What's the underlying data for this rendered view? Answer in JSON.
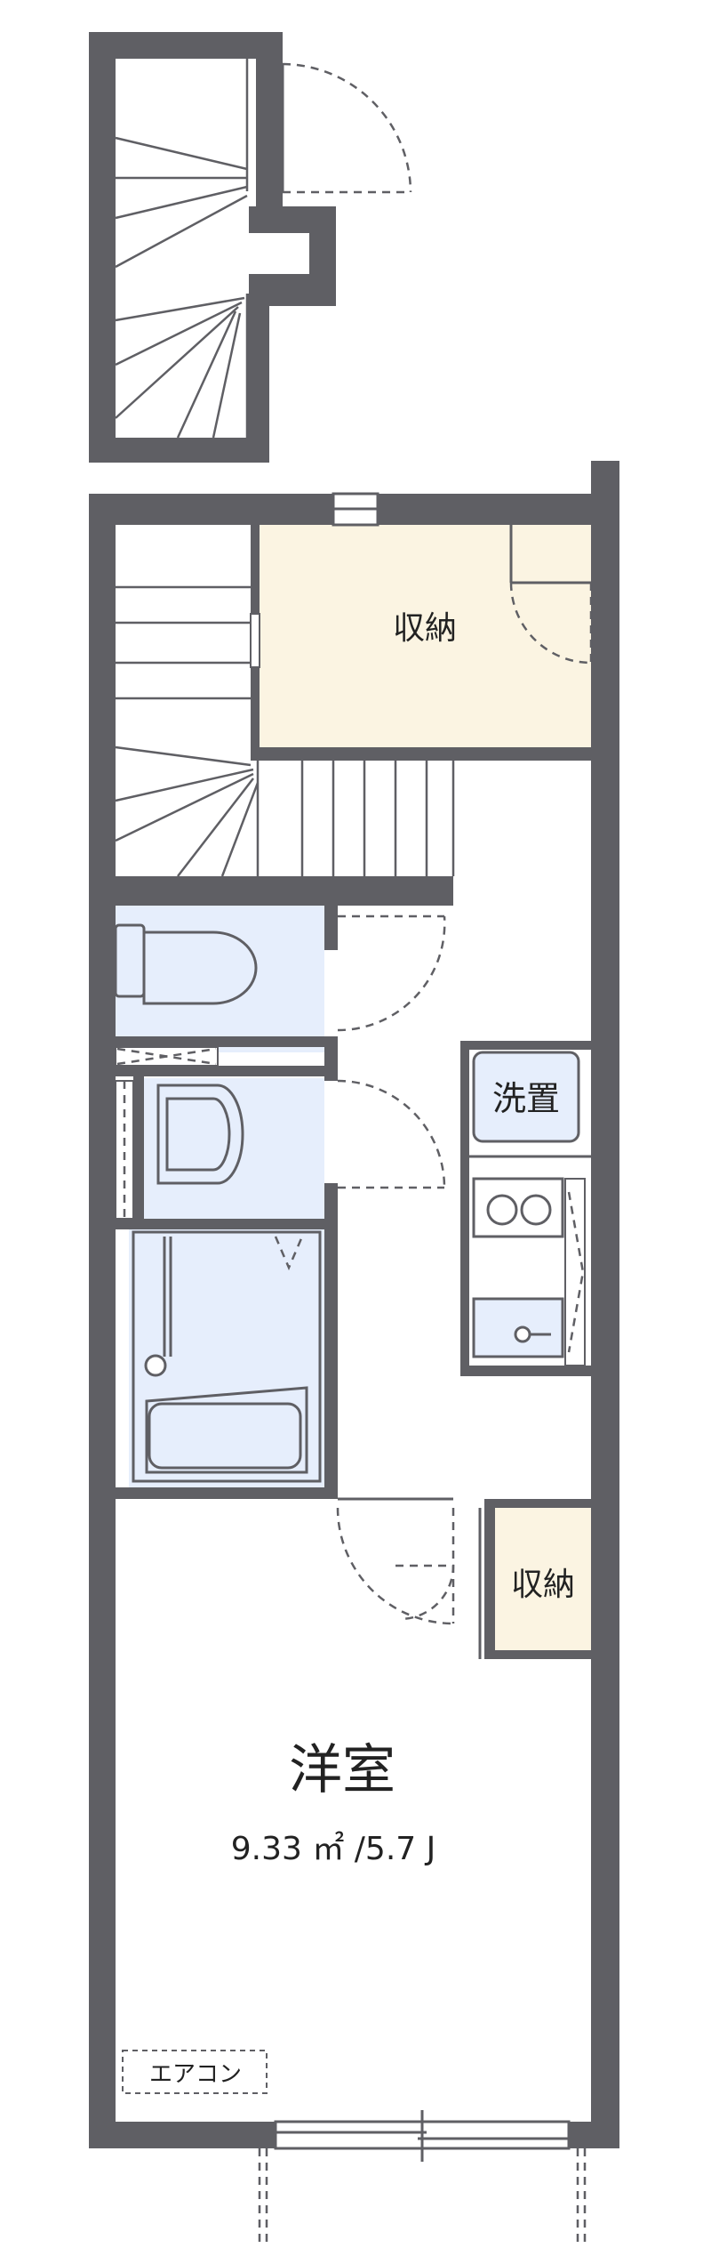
{
  "colors": {
    "wall": "#5f5f64",
    "storage": "#fbf4e2",
    "wet_area": "#e6eefc",
    "floor": "#ffffff"
  },
  "rooms": {
    "storage_top": {
      "label": "収納"
    },
    "laundry": {
      "label": "洗置"
    },
    "storage_bottom": {
      "label": "収納"
    },
    "western_room": {
      "label": "洋室",
      "area": "9.33 ㎡ /5.7 J"
    }
  },
  "fixtures": {
    "aircon": {
      "label": "エアコン"
    }
  },
  "icons": [
    "toilet-icon",
    "washbasin-icon",
    "bathtub-icon",
    "kitchen-stove-icon",
    "kitchen-sink-icon",
    "stairs-icon",
    "door-swing-icon"
  ]
}
